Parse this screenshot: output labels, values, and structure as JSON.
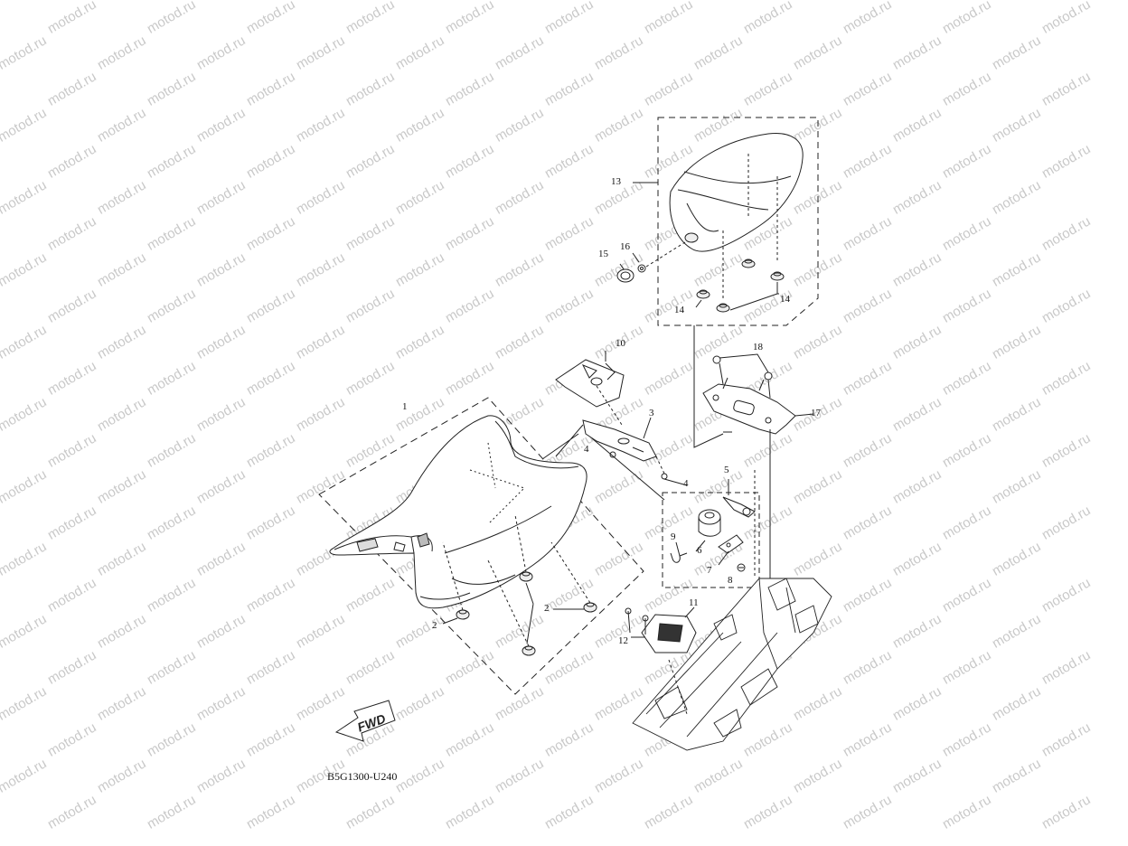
{
  "watermark": {
    "text": "motod.ru"
  },
  "diagram": {
    "code": "B5G1300-U240",
    "fwd_arrow": "FWD",
    "callouts": [
      {
        "id": "c1",
        "label": "1"
      },
      {
        "id": "c2a",
        "label": "2"
      },
      {
        "id": "c2b",
        "label": "2"
      },
      {
        "id": "c3",
        "label": "3"
      },
      {
        "id": "c4a",
        "label": "4"
      },
      {
        "id": "c4b",
        "label": "4"
      },
      {
        "id": "c5",
        "label": "5"
      },
      {
        "id": "c6",
        "label": "6"
      },
      {
        "id": "c7",
        "label": "7"
      },
      {
        "id": "c8",
        "label": "8"
      },
      {
        "id": "c9",
        "label": "9"
      },
      {
        "id": "c10",
        "label": "10"
      },
      {
        "id": "c11",
        "label": "11"
      },
      {
        "id": "c12",
        "label": "12"
      },
      {
        "id": "c13",
        "label": "13"
      },
      {
        "id": "c14a",
        "label": "14"
      },
      {
        "id": "c14b",
        "label": "14"
      },
      {
        "id": "c15",
        "label": "15"
      },
      {
        "id": "c16",
        "label": "16"
      },
      {
        "id": "c17",
        "label": "17"
      },
      {
        "id": "c18",
        "label": "18"
      }
    ]
  }
}
